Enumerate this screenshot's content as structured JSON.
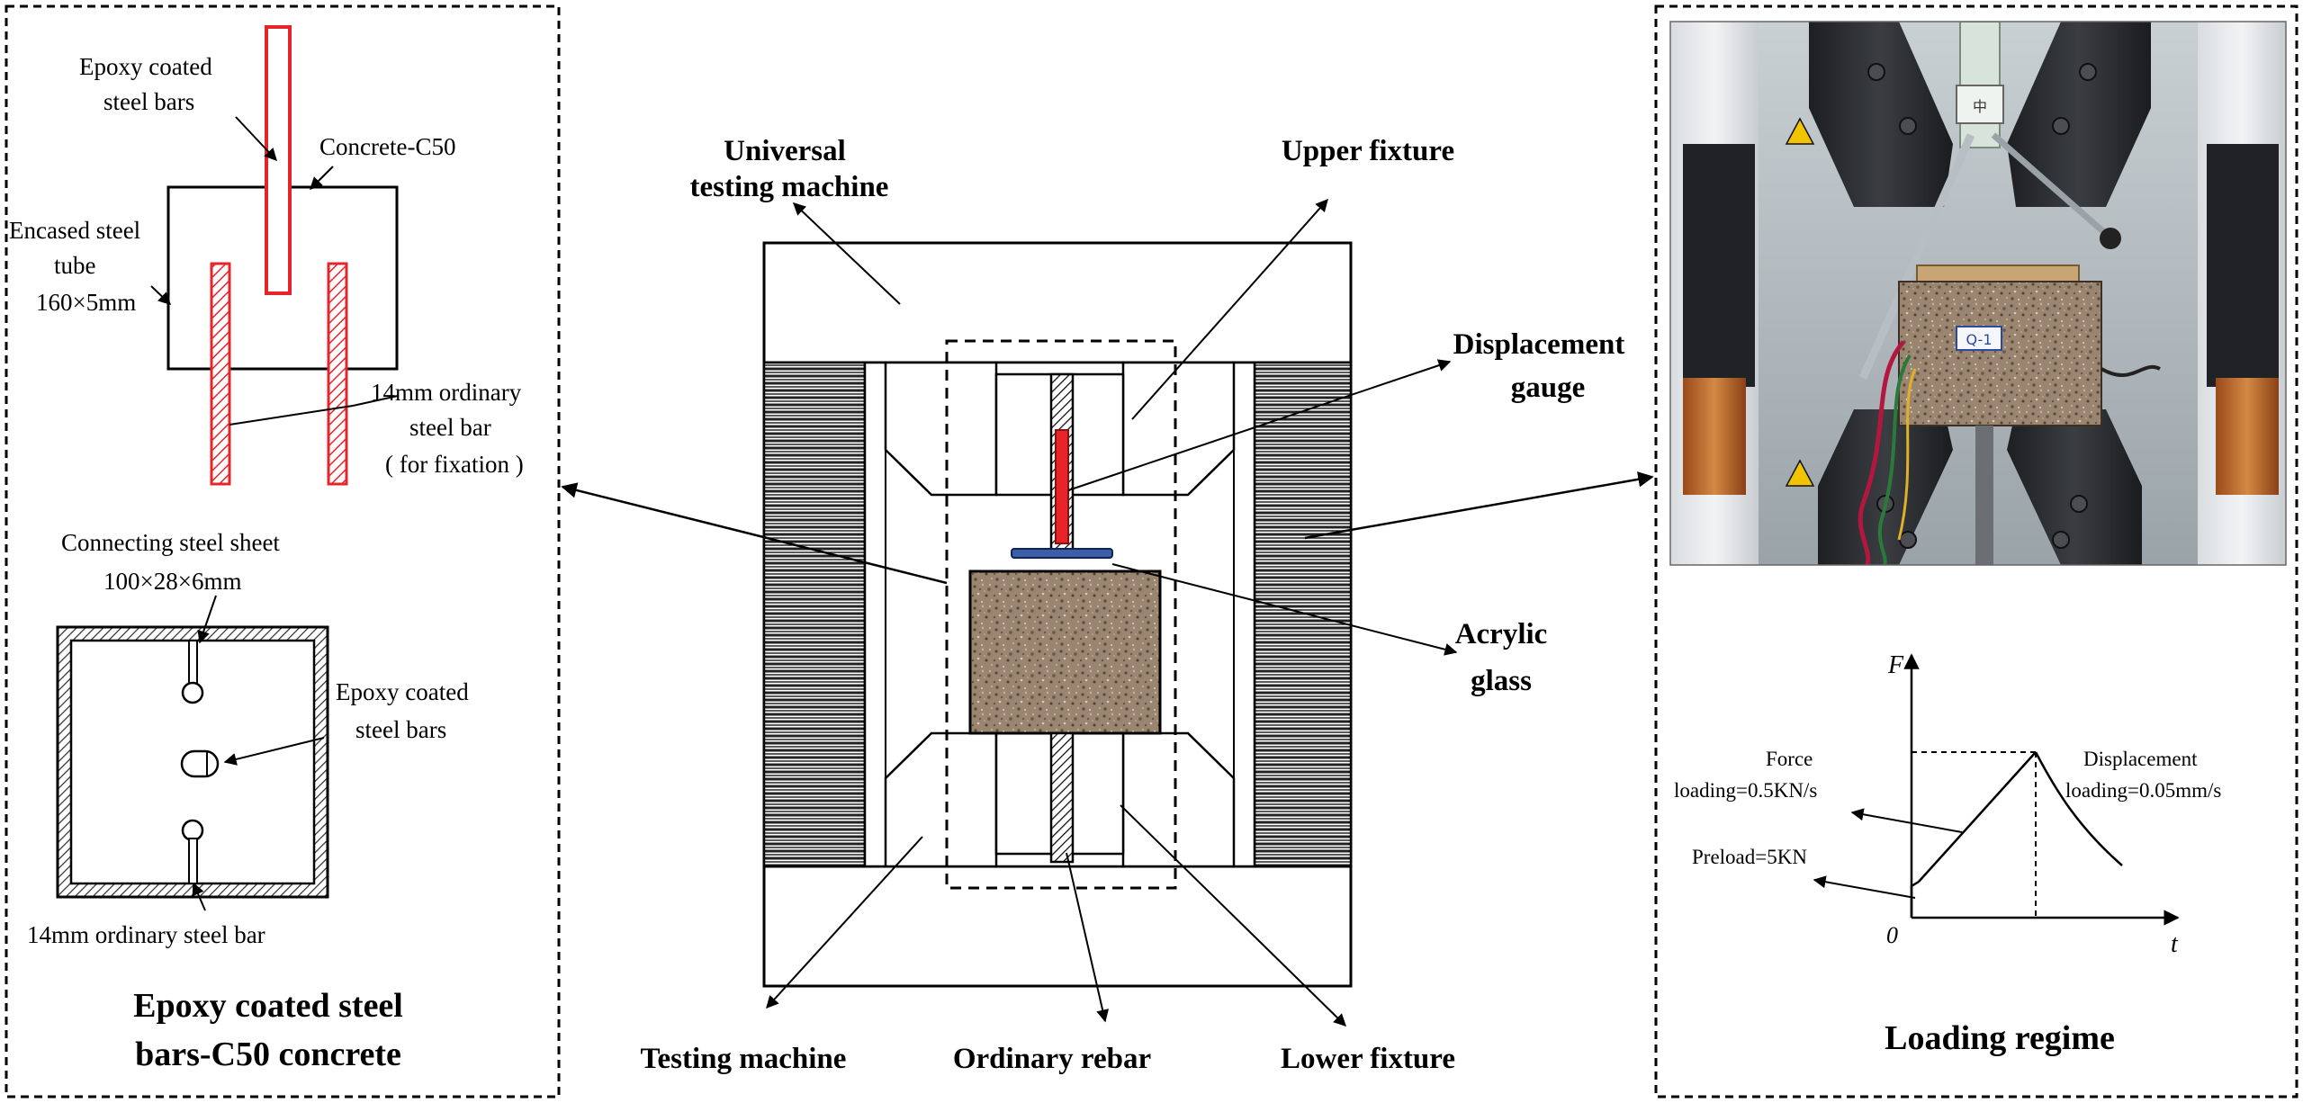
{
  "left_panel": {
    "labels": {
      "epoxy_top_line1": "Epoxy coated",
      "epoxy_top_line2": "steel bars",
      "concrete": "Concrete-C50",
      "tube_line1": "Encased steel",
      "tube_line2": "tube",
      "tube_line3": "160×5mm",
      "ord_line1": "14mm ordinary",
      "ord_line2": "steel bar",
      "ord_line3": "( for fixation )",
      "sheet_line1": "Connecting steel sheet",
      "sheet_line2": "100×28×6mm",
      "epoxy_mid_line1": "Epoxy coated",
      "epoxy_mid_line2": "steel bars",
      "ord_bottom": "14mm ordinary steel bar"
    },
    "title_line1": "Epoxy coated steel",
    "title_line2": "bars-C50 concrete"
  },
  "center_panel": {
    "labels": {
      "utm_line1": "Universal",
      "utm_line2": "testing machine",
      "upper_fixture": "Upper fixture",
      "disp_line1": "Displacement",
      "disp_line2": "gauge",
      "acrylic_line1": "Acrylic",
      "acrylic_line2": "glass",
      "testing_machine": "Testing machine",
      "ordinary_rebar": "Ordinary rebar",
      "lower_fixture": "Lower fixture"
    }
  },
  "right_panel": {
    "photo": {
      "specimen_tag": "Q-1",
      "dial_tag": "中"
    },
    "chart_data": {
      "type": "line",
      "title": "Loading regime",
      "xlabel": "t",
      "ylabel": "F",
      "origin_label": "0",
      "annotations": {
        "force_line1": "Force",
        "force_line2": "loading=0.5KN/s",
        "disp_line1": "Displacement",
        "disp_line2": "loading=0.05mm/s",
        "preload": "Preload=5KN"
      },
      "phases": [
        {
          "name": "Preload=5KN",
          "control": "force"
        },
        {
          "name": "Force loading=0.5KN/s",
          "control": "force"
        },
        {
          "name": "Displacement loading=0.05mm/s",
          "control": "displacement"
        }
      ]
    }
  },
  "colors": {
    "epoxy_bar": "#e8242b",
    "ordinary_bar": "#e8242b",
    "concrete": "#9a8670",
    "acrylic": "#3a5fa8",
    "frame": "#000000"
  }
}
